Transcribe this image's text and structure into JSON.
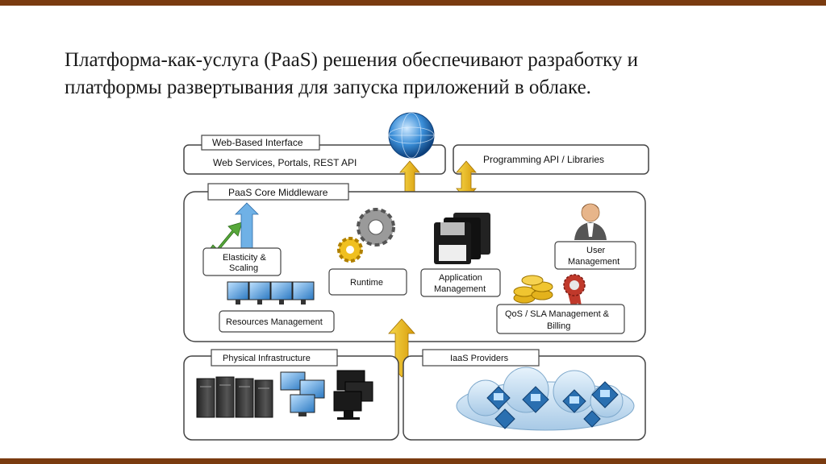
{
  "title": {
    "line1": "Платформа-как-услуга (PaaS) решения обеспечивают разработку и",
    "line2": "платформы развертывания для запуска приложений в облаке."
  },
  "diagram": {
    "web_interface": {
      "tab": "Web-Based Interface",
      "body": "Web Services, Portals, REST API"
    },
    "programming_api": "Programming API / Libraries",
    "middleware": {
      "tab": "PaaS Core Middleware",
      "elasticity_line1": "Elasticity &",
      "elasticity_line2": "Scaling",
      "runtime": "Runtime",
      "app_mgmt_line1": "Application",
      "app_mgmt_line2": "Management",
      "user_mgmt_line1": "User",
      "user_mgmt_line2": "Management",
      "resources": "Resources Management",
      "qos_line1": "QoS / SLA Management &",
      "qos_line2": "Billing"
    },
    "physical": "Physical Infrastructure",
    "iaas": "IaaS Providers"
  },
  "colors": {
    "accent_bar": "#7a3b10",
    "arrow_gold": "#f0c020",
    "frame_stroke": "#444444"
  }
}
